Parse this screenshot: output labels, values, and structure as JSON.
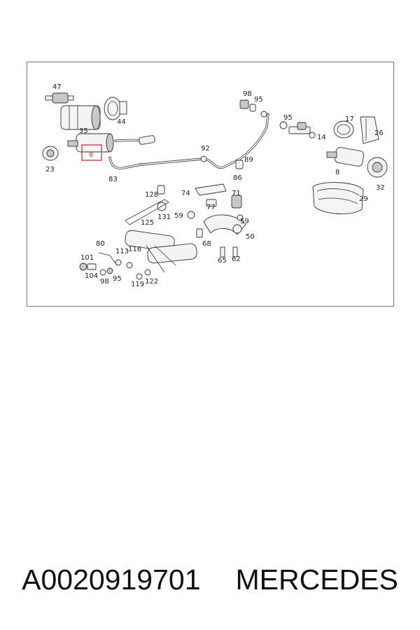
{
  "diagram": {
    "callouts": [
      "47",
      "35",
      "44",
      "23",
      "83",
      "8",
      "98",
      "95",
      "92",
      "89",
      "86",
      "95",
      "17",
      "26",
      "14",
      "8",
      "32",
      "29",
      "128",
      "74",
      "71",
      "131",
      "59",
      "77",
      "125",
      "59",
      "50",
      "68",
      "80",
      "113",
      "116",
      "101",
      "104",
      "98",
      "95",
      "119",
      "122",
      "65",
      "62"
    ],
    "highlight_label": "8",
    "highlight_color": "#d84040"
  },
  "caption": {
    "part_number": "A0020919701",
    "brand": "MERCEDES"
  }
}
